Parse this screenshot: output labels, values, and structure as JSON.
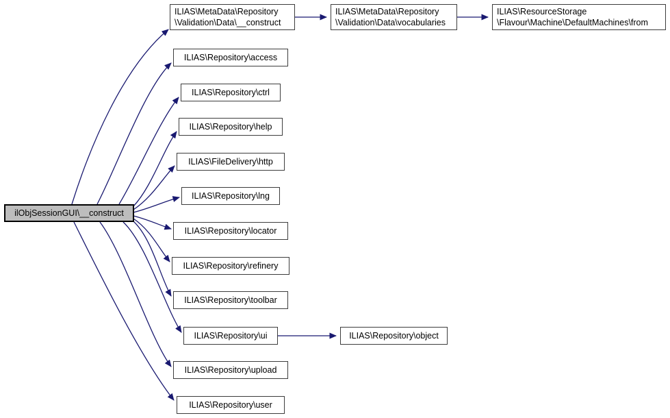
{
  "diagram": {
    "type": "call-graph",
    "edge_color": "#191970",
    "highlight_fill": "#bdbdbd",
    "nodes": {
      "construct": {
        "label": "ilObjSessionGUI\\__construct",
        "highlighted": true
      },
      "md_construct": {
        "line1": "ILIAS\\MetaData\\Repository",
        "line2": "\\Validation\\Data\\__construct"
      },
      "access": {
        "label": "ILIAS\\Repository\\access"
      },
      "ctrl": {
        "label": "ILIAS\\Repository\\ctrl"
      },
      "help": {
        "label": "ILIAS\\Repository\\help"
      },
      "http": {
        "label": "ILIAS\\FileDelivery\\http"
      },
      "lng": {
        "label": "ILIAS\\Repository\\lng"
      },
      "locator": {
        "label": "ILIAS\\Repository\\locator"
      },
      "refinery": {
        "label": "ILIAS\\Repository\\refinery"
      },
      "toolbar": {
        "label": "ILIAS\\Repository\\toolbar"
      },
      "ui": {
        "label": "ILIAS\\Repository\\ui"
      },
      "upload": {
        "label": "ILIAS\\Repository\\upload"
      },
      "user": {
        "label": "ILIAS\\Repository\\user"
      },
      "vocabularies": {
        "line1": "ILIAS\\MetaData\\Repository",
        "line2": "\\Validation\\Data\\vocabularies"
      },
      "from": {
        "line1": "ILIAS\\ResourceStorage",
        "line2": "\\Flavour\\Machine\\DefaultMachines\\from"
      },
      "object": {
        "label": "ILIAS\\Repository\\object"
      }
    },
    "edges": [
      {
        "from": "construct",
        "to": "md_construct"
      },
      {
        "from": "construct",
        "to": "access"
      },
      {
        "from": "construct",
        "to": "ctrl"
      },
      {
        "from": "construct",
        "to": "help"
      },
      {
        "from": "construct",
        "to": "http"
      },
      {
        "from": "construct",
        "to": "lng"
      },
      {
        "from": "construct",
        "to": "locator"
      },
      {
        "from": "construct",
        "to": "refinery"
      },
      {
        "from": "construct",
        "to": "toolbar"
      },
      {
        "from": "construct",
        "to": "ui"
      },
      {
        "from": "construct",
        "to": "upload"
      },
      {
        "from": "construct",
        "to": "user"
      },
      {
        "from": "md_construct",
        "to": "vocabularies"
      },
      {
        "from": "vocabularies",
        "to": "from"
      },
      {
        "from": "ui",
        "to": "object"
      }
    ]
  }
}
